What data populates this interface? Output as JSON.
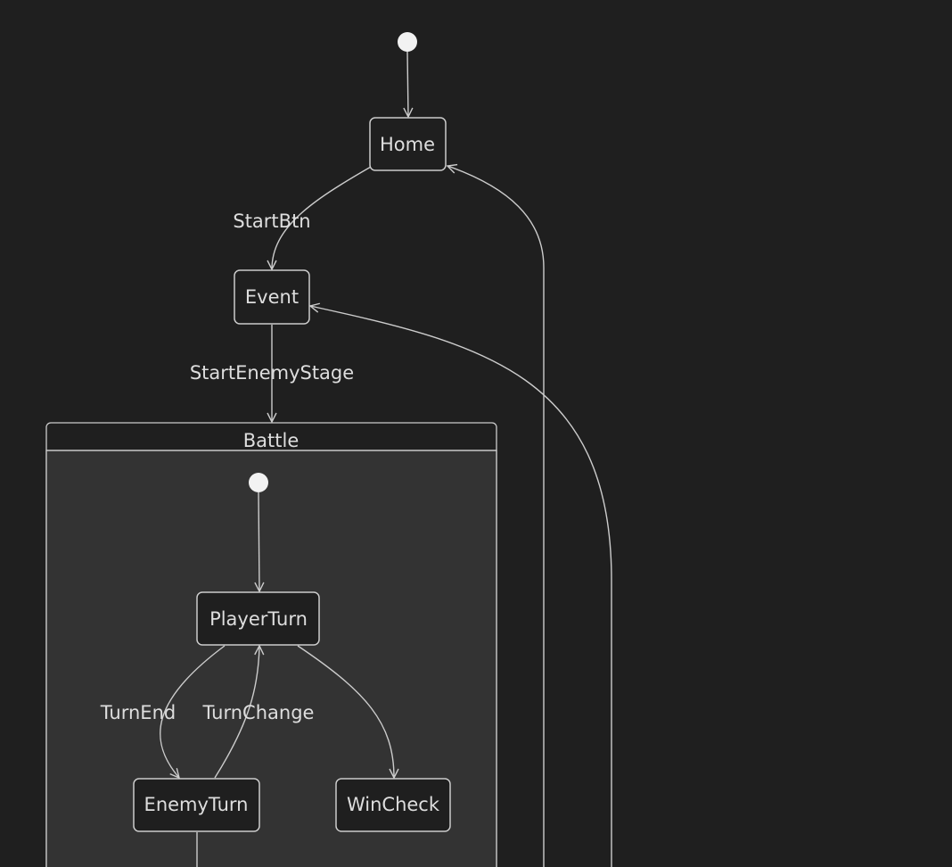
{
  "colors": {
    "background": "#1f1f1f",
    "stroke": "#cccccc",
    "text": "#dedede",
    "composite_fill": "#333333",
    "start_marker": "#f2f2f2"
  },
  "states": {
    "home": "Home",
    "event": "Event",
    "player_turn": "PlayerTurn",
    "enemy_turn": "EnemyTurn",
    "win_check": "WinCheck"
  },
  "composite": {
    "battle": "Battle"
  },
  "transitions": {
    "start_btn": "StartBtn",
    "start_enemy_stage": "StartEnemyStage",
    "turn_end": "TurnEnd",
    "turn_change": "TurnChange"
  }
}
